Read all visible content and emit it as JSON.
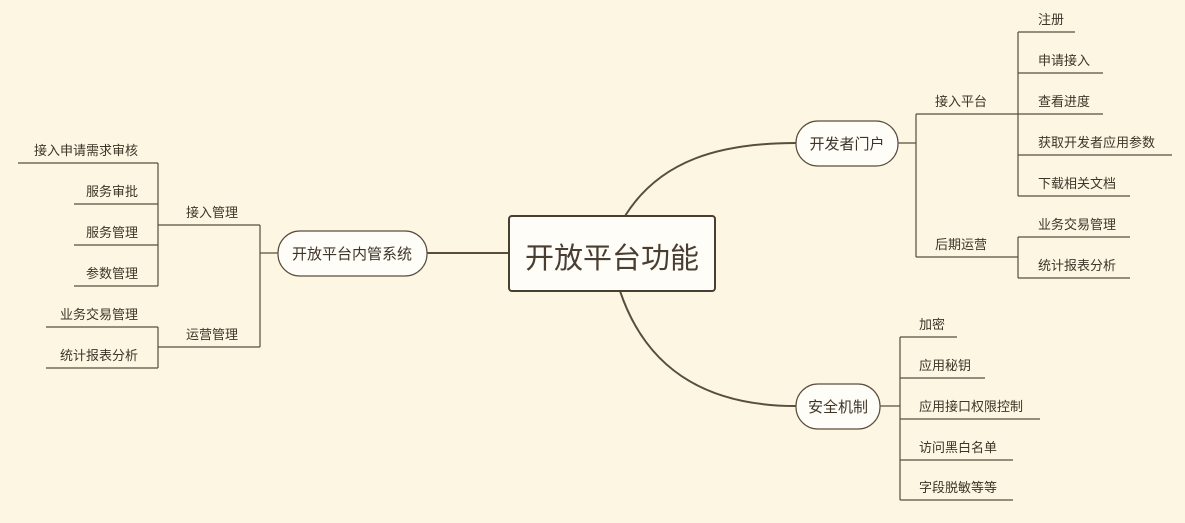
{
  "root": "开放平台功能",
  "left": {
    "label": "开放平台内管系统",
    "groups": [
      {
        "label": "接入管理",
        "items": [
          "接入申请需求审核",
          "服务审批",
          "服务管理",
          "参数管理"
        ]
      },
      {
        "label": "运营管理",
        "items": [
          "业务交易管理",
          "统计报表分析"
        ]
      }
    ]
  },
  "right_top": {
    "label": "开发者门户",
    "groups": [
      {
        "label": "接入平台",
        "items": [
          "注册",
          "申请接入",
          "查看进度",
          "获取开发者应用参数",
          "下载相关文档"
        ]
      },
      {
        "label": "后期运营",
        "items": [
          "业务交易管理",
          "统计报表分析"
        ]
      }
    ]
  },
  "right_bottom": {
    "label": "安全机制",
    "items": [
      "加密",
      "应用秘钥",
      "应用接口权限控制",
      "访问黑白名单",
      "字段脱敏等等"
    ]
  }
}
